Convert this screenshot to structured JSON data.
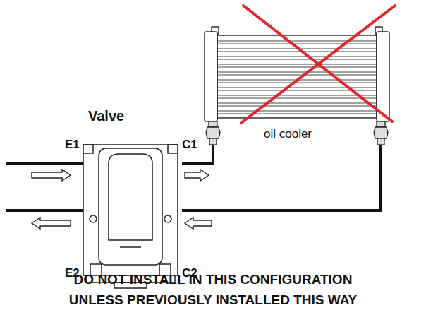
{
  "diagram": {
    "caption": "DO NOT INSTALL IN THIS CONFIGURATION UNLESS PREVIOUSLY INSTALLED THIS WAY",
    "nodes": [
      {
        "text": [
          "Valve"
        ]
      },
      {
        "text": [
          "oil cooler"
        ]
      }
    ],
    "edges": [
      {
        "from": 0,
        "to": 1,
        "arrow": "none"
      },
      {
        "from": 1,
        "to": 0,
        "arrow": "none"
      }
    ],
    "labels": [
      "E1",
      "E2",
      "C1",
      "C2"
    ]
  }
}
